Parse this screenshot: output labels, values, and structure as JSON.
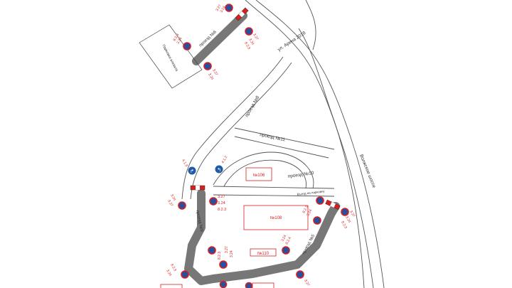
{
  "map": {
    "colors": {
      "closed_road": "#777777",
      "road_line": "#555555",
      "sign_red": "#d42020",
      "sign_blue": "#1f5aa6",
      "label": "#333333"
    },
    "streets": {
      "arena": "ул. Арена 2018",
      "proezd_nb": "проезд №8",
      "proezd_11": "проезд №11",
      "proezd_10": "проезд №10",
      "proezd_5": "проезд №5",
      "proezd_6": "проезд №6",
      "proezd_9": "проезд №9",
      "volzhskoe": "Волжское шоссе"
    },
    "buildings": {
      "b106": "№106",
      "b108": "№108",
      "b110": "№110",
      "gray_building": "Парковка вокзала"
    },
    "note": "Въезд на парковку",
    "sign_codes": {
      "s327": "3.27",
      "s324": "3.24",
      "s823": "8.2.3",
      "s824": "8.2.4",
      "s412": "4.1.2",
      "s413": "4.1.3"
    }
  }
}
